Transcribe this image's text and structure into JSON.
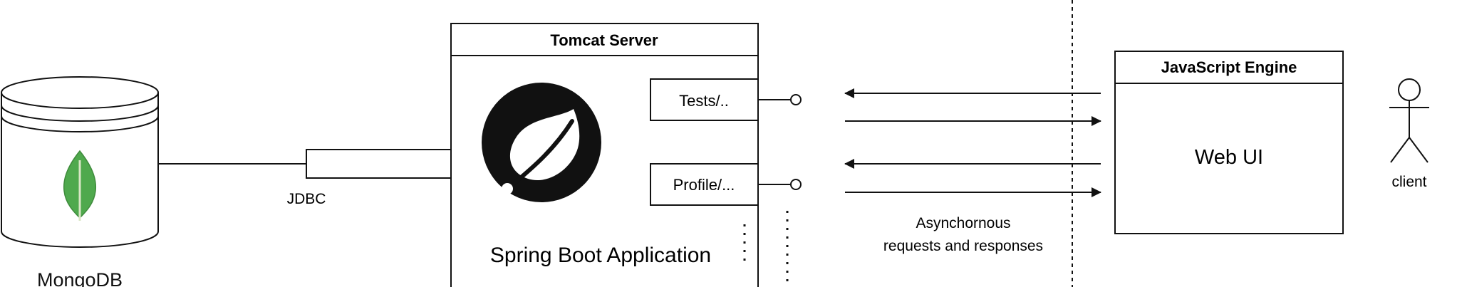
{
  "mongodb": {
    "label": "MongoDB",
    "icon": "mongodb-leaf-icon",
    "leaf_color": "#4fa94d"
  },
  "connector": {
    "label": "JDBC"
  },
  "tomcat": {
    "title": "Tomcat Server",
    "app_label": "Spring Boot Application",
    "spring_icon": "spring-boot-logo-icon",
    "endpoints": [
      "Tests/..",
      "Profile/..."
    ]
  },
  "communication": {
    "line1": "Asynchornous",
    "line2": "requests and responses"
  },
  "javascript_engine": {
    "title": "JavaScript Engine",
    "body": "Web UI"
  },
  "actor": {
    "label": "client",
    "icon": "stick-figure-user-icon"
  }
}
